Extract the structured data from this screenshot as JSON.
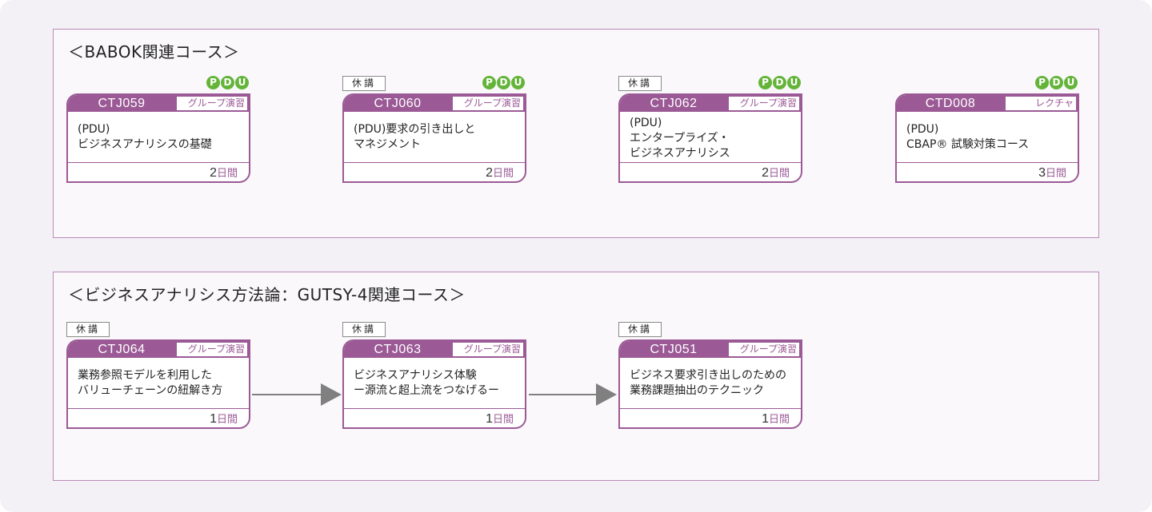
{
  "sections": [
    {
      "title": "＜BABOK関連コース＞",
      "cards": [
        {
          "kyuko": "",
          "pdu": true,
          "code": "CTJ059",
          "type": "グループ演習",
          "lines": [
            "(PDU)",
            "ビジネスアナリシスの基礎"
          ],
          "days": "2",
          "unit": "日間"
        },
        {
          "kyuko": "休講",
          "pdu": true,
          "code": "CTJ060",
          "type": "グループ演習",
          "lines": [
            "(PDU)要求の引き出しと",
            "マネジメント"
          ],
          "days": "2",
          "unit": "日間"
        },
        {
          "kyuko": "休講",
          "pdu": true,
          "code": "CTJ062",
          "type": "グループ演習",
          "lines": [
            "(PDU)",
            "エンタープライズ・",
            "ビジネスアナリシス"
          ],
          "days": "2",
          "unit": "日間"
        },
        {
          "kyuko": "",
          "pdu": true,
          "code": "CTD008",
          "type": "レクチャ",
          "lines": [
            "(PDU)",
            "CBAP® 試験対策コース"
          ],
          "days": "3",
          "unit": "日間"
        }
      ]
    },
    {
      "title": "＜ビジネスアナリシス方法論：GUTSY-4関連コース＞",
      "cards": [
        {
          "kyuko": "休講",
          "pdu": false,
          "code": "CTJ064",
          "type": "グループ演習",
          "lines": [
            "業務参照モデルを利用した",
            "バリューチェーンの紐解き方"
          ],
          "days": "1",
          "unit": "日間"
        },
        {
          "kyuko": "休講",
          "pdu": false,
          "code": "CTJ063",
          "type": "グループ演習",
          "lines": [
            "ビジネスアナリシス体験",
            "ー源流と超上流をつなげるー"
          ],
          "days": "1",
          "unit": "日間"
        },
        {
          "kyuko": "休講",
          "pdu": false,
          "code": "CTJ051",
          "type": "グループ演習",
          "lines": [
            "ビジネス要求引き出しのための",
            "業務課題抽出のテクニック"
          ],
          "days": "1",
          "unit": "日間"
        }
      ]
    }
  ],
  "pdu_letters": [
    "P",
    "D",
    "U"
  ],
  "colors": {
    "accent": "#9b5a96",
    "pdu": "#64b43a",
    "arrow": "#808080"
  }
}
